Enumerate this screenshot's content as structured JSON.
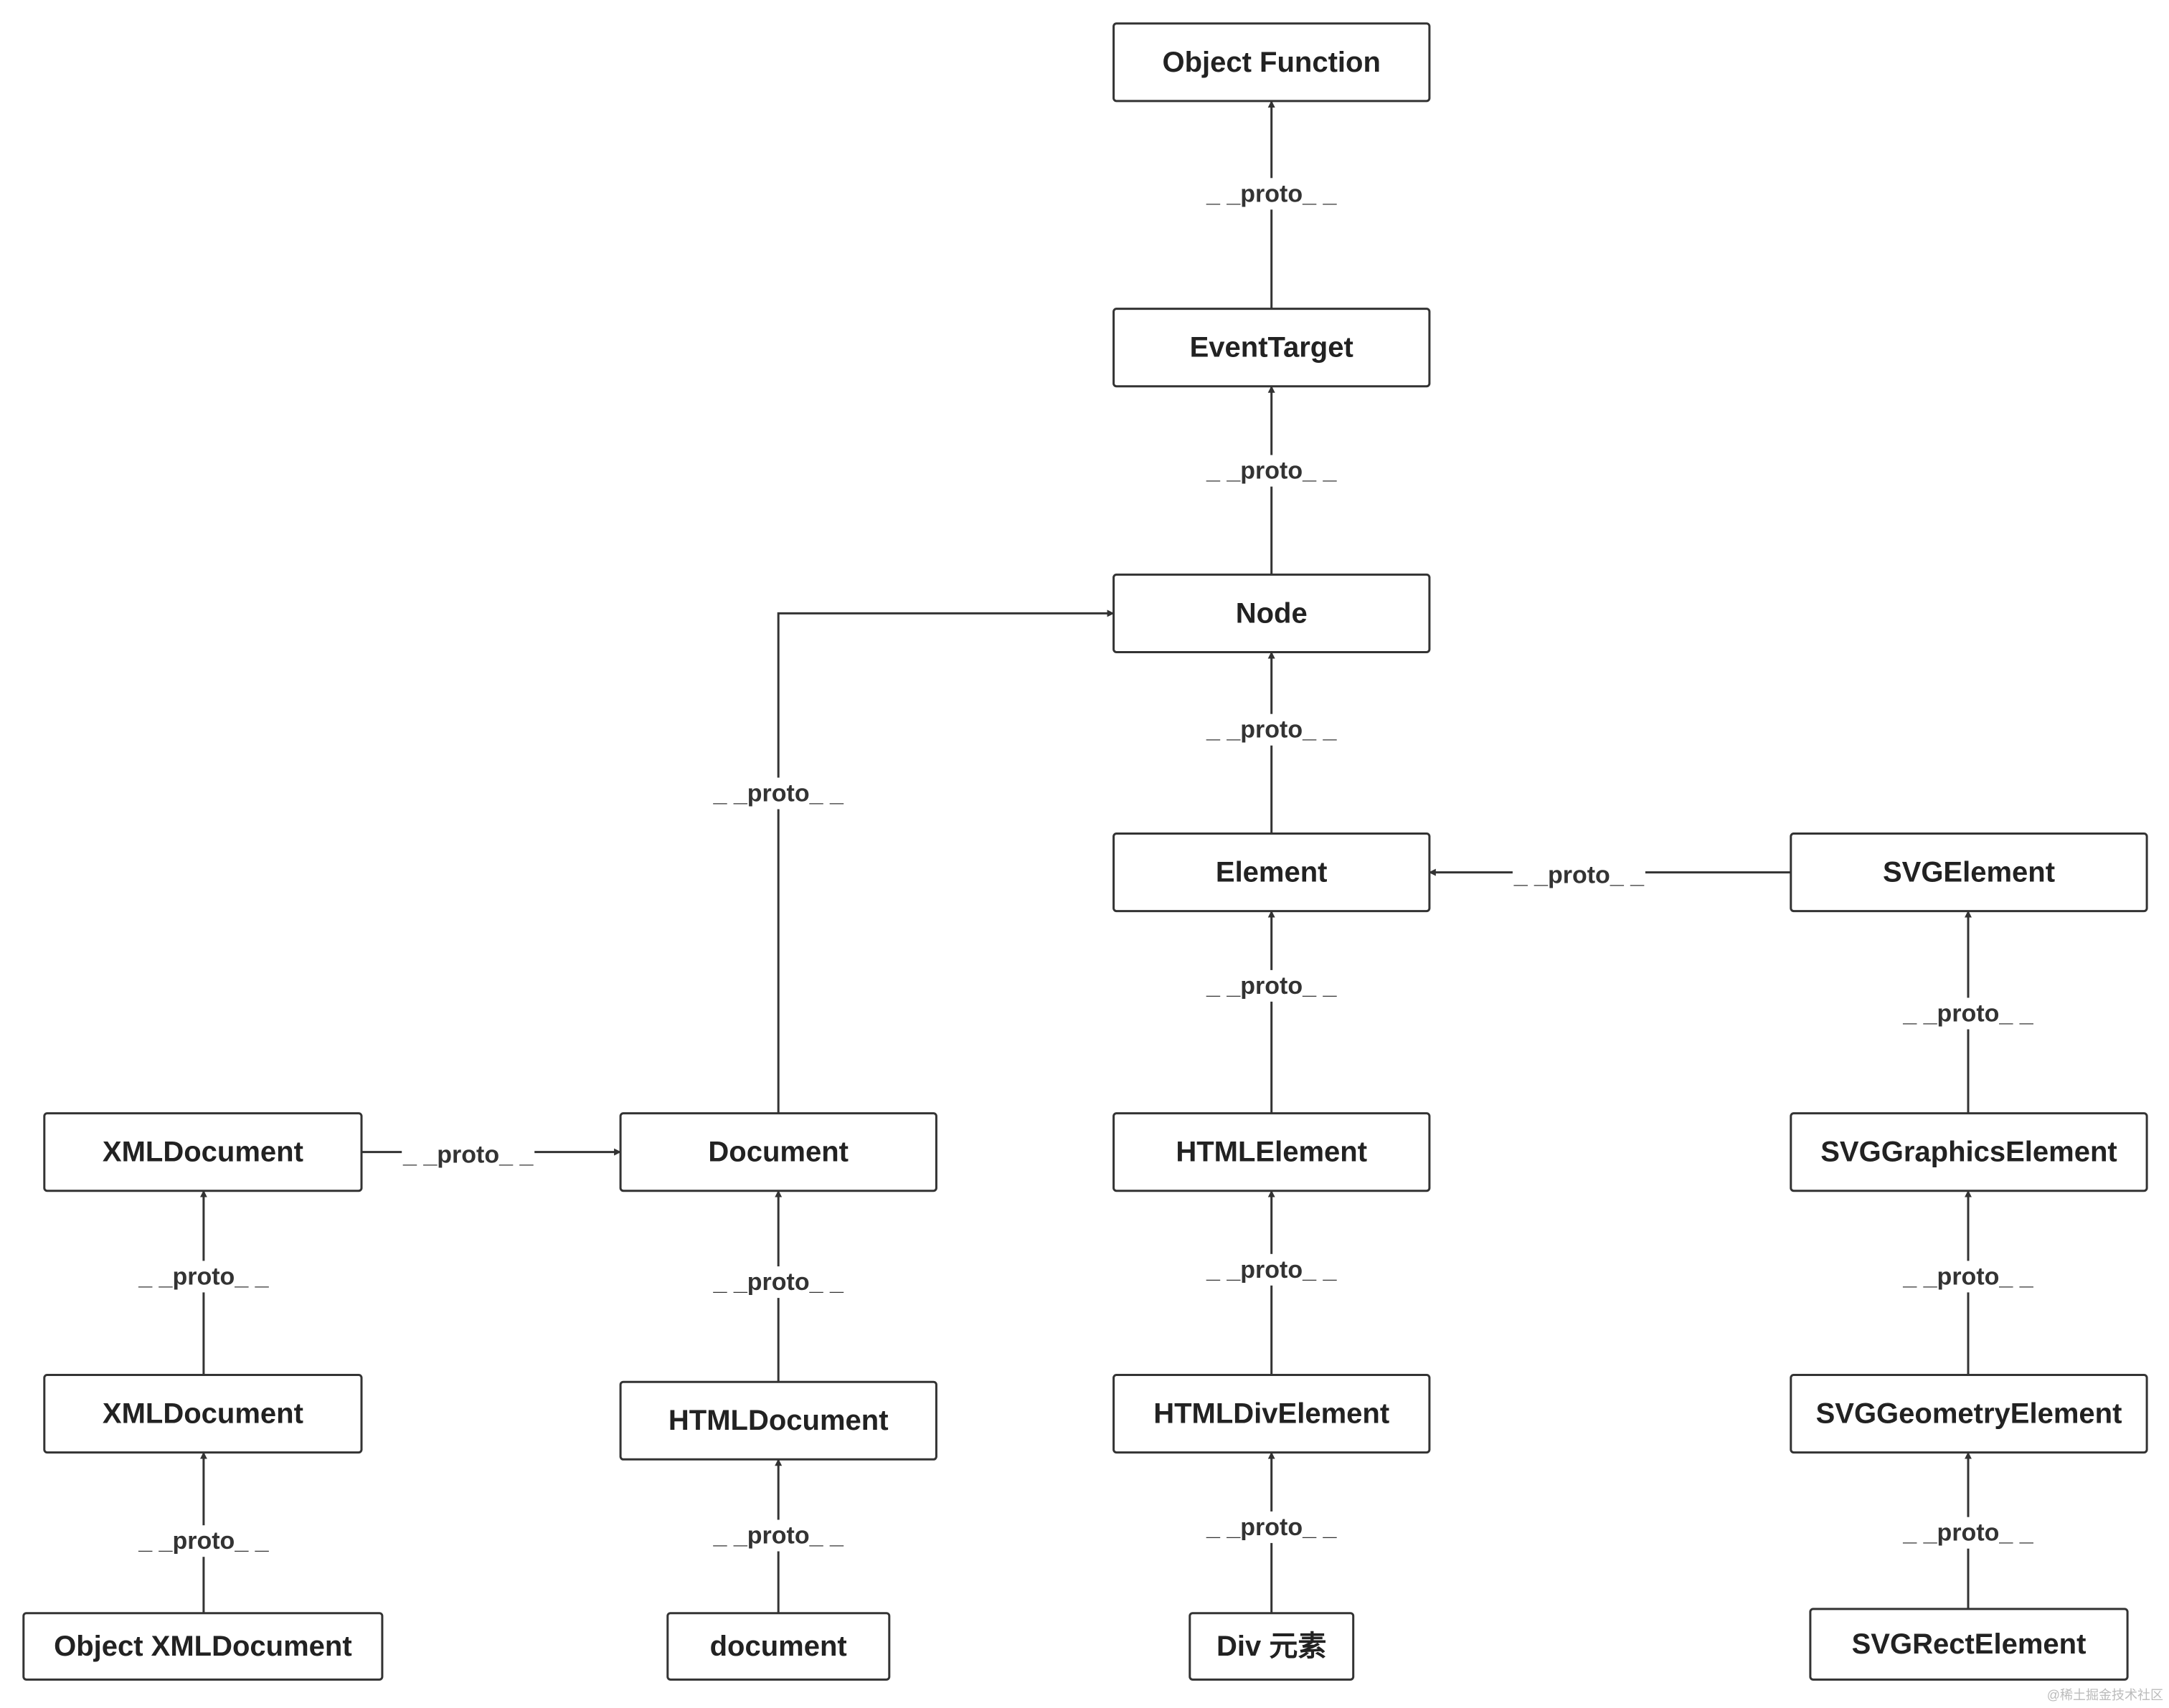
{
  "diagram": {
    "nodes": [
      {
        "id": "object-function",
        "label": "Object Function"
      },
      {
        "id": "event-target",
        "label": "EventTarget"
      },
      {
        "id": "node",
        "label": "Node"
      },
      {
        "id": "element",
        "label": "Element"
      },
      {
        "id": "svg-element",
        "label": "SVGElement"
      },
      {
        "id": "xml-document-1",
        "label": "XMLDocument"
      },
      {
        "id": "document-class",
        "label": "Document"
      },
      {
        "id": "html-element",
        "label": "HTMLElement"
      },
      {
        "id": "svg-graphics-element",
        "label": "SVGGraphicsElement"
      },
      {
        "id": "xml-document-2",
        "label": "XMLDocument"
      },
      {
        "id": "html-document",
        "label": "HTMLDocument"
      },
      {
        "id": "html-div-element",
        "label": "HTMLDivElement"
      },
      {
        "id": "svg-geometry-element",
        "label": "SVGGeometryElement"
      },
      {
        "id": "object-xml-document",
        "label": "Object XMLDocument"
      },
      {
        "id": "document-instance",
        "label": "document"
      },
      {
        "id": "div-element",
        "label": "Div 元素"
      },
      {
        "id": "svg-rect-element",
        "label": "SVGRectElement"
      }
    ],
    "edges": [
      {
        "id": "e1",
        "from": "event-target",
        "to": "object-function",
        "label": "_ _proto_ _"
      },
      {
        "id": "e2",
        "from": "node",
        "to": "event-target",
        "label": "_ _proto_ _"
      },
      {
        "id": "e3",
        "from": "element",
        "to": "node",
        "label": "_ _proto_ _"
      },
      {
        "id": "e4",
        "from": "svg-element",
        "to": "element",
        "label": "_ _proto_ _"
      },
      {
        "id": "e5",
        "from": "html-element",
        "to": "element",
        "label": "_ _proto_ _"
      },
      {
        "id": "e6",
        "from": "svg-graphics-element",
        "to": "svg-element",
        "label": "_ _proto_ _"
      },
      {
        "id": "e7",
        "from": "document-class",
        "to": "node",
        "label": "_ _proto_ _"
      },
      {
        "id": "e8",
        "from": "xml-document-1",
        "to": "document-class",
        "label": "_ _proto_ _"
      },
      {
        "id": "e9",
        "from": "xml-document-2",
        "to": "xml-document-1",
        "label": "_ _proto_ _"
      },
      {
        "id": "e10",
        "from": "html-document",
        "to": "document-class",
        "label": "_ _proto_ _"
      },
      {
        "id": "e11",
        "from": "html-div-element",
        "to": "html-element",
        "label": "_ _proto_ _"
      },
      {
        "id": "e12",
        "from": "svg-geometry-element",
        "to": "svg-graphics-element",
        "label": "_ _proto_ _"
      },
      {
        "id": "e13",
        "from": "object-xml-document",
        "to": "xml-document-2",
        "label": "_ _proto_ _"
      },
      {
        "id": "e14",
        "from": "document-instance",
        "to": "html-document",
        "label": "_ _proto_ _"
      },
      {
        "id": "e15",
        "from": "div-element",
        "to": "html-div-element",
        "label": "_ _proto_ _"
      },
      {
        "id": "e16",
        "from": "svg-rect-element",
        "to": "svg-geometry-element",
        "label": "_ _proto_ _"
      }
    ],
    "watermark": "@稀土掘金技术社区"
  }
}
